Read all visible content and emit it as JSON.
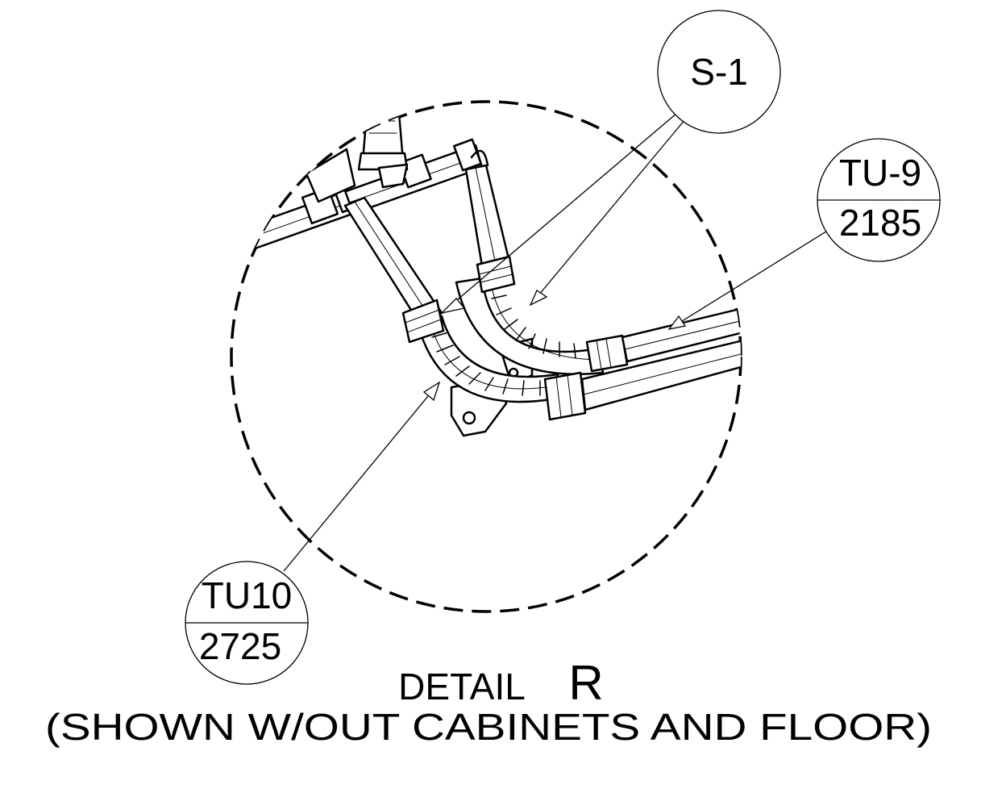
{
  "callouts": {
    "s1": {
      "label": "S-1"
    },
    "tu9": {
      "part": "TU-9",
      "qty": "2185"
    },
    "tu10": {
      "part": "TU10",
      "qty": "2725"
    }
  },
  "title": {
    "prefix": "DETAIL",
    "letter": "R",
    "subtitle": "(SHOWN W/OUT CABINETS AND FLOOR)"
  },
  "colors": {
    "ink": "#000000",
    "paper": "#ffffff"
  }
}
